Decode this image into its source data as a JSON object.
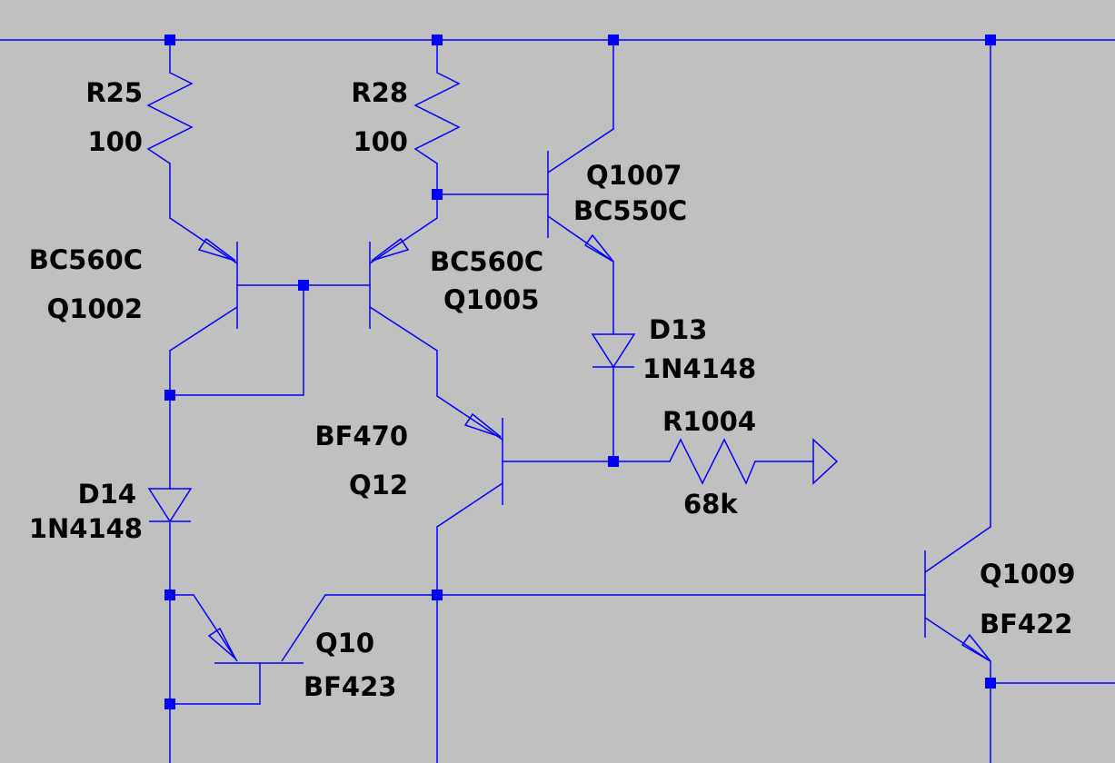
{
  "components": {
    "r25": {
      "ref": "R25",
      "value": "100"
    },
    "r28": {
      "ref": "R28",
      "value": "100"
    },
    "q1007": {
      "ref": "Q1007",
      "model": "BC550C"
    },
    "q1002": {
      "ref": "Q1002",
      "model": "BC560C"
    },
    "q1005": {
      "ref": "Q1005",
      "model": "BC560C"
    },
    "d13": {
      "ref": "D13",
      "model": "1N4148"
    },
    "q12": {
      "ref": "Q12",
      "model": "BF470"
    },
    "r1004": {
      "ref": "R1004",
      "value": "68k"
    },
    "d14": {
      "ref": "D14",
      "model": "1N4148"
    },
    "q1009": {
      "ref": "Q1009",
      "model": "BF422"
    },
    "q10": {
      "ref": "Q10",
      "model": "BF423"
    }
  },
  "colors": {
    "background": "#c0c0c0",
    "wire": "#0000ff",
    "label": "#000000"
  }
}
